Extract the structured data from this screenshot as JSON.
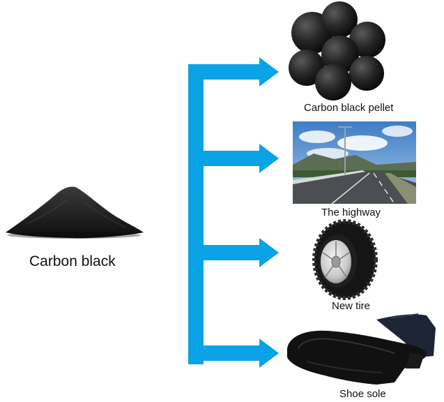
{
  "source": {
    "label": "Carbon black",
    "icon": "carbon-black-powder-pile"
  },
  "outputs": [
    {
      "label": "Carbon black pellet",
      "icon": "carbon-black-pellets"
    },
    {
      "label": "The highway",
      "icon": "highway-photo"
    },
    {
      "label": "New tire",
      "icon": "tire"
    },
    {
      "label": "Shoe sole",
      "icon": "shoe-sole"
    }
  ],
  "colors": {
    "connector": "#0aa3e6",
    "carbon": "#161616",
    "sky": "#4a86c8",
    "road": "#4b4e52"
  }
}
